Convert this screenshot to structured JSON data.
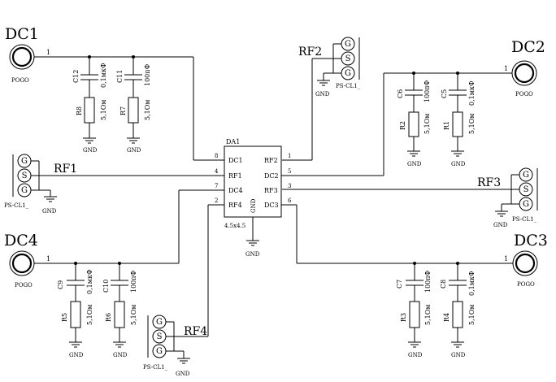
{
  "connectors": {
    "dc1": {
      "label": "DC1",
      "pin": "1",
      "type": "POGO"
    },
    "dc2": {
      "label": "DC2",
      "pin": "1",
      "type": "POGO"
    },
    "dc3": {
      "label": "DC3",
      "pin": "1",
      "type": "POGO"
    },
    "dc4": {
      "label": "DC4",
      "pin": "1",
      "type": "POGO"
    }
  },
  "rf_connectors": {
    "rf1": {
      "label": "RF1",
      "type": "PS-CL1_",
      "ground": "GND",
      "pins": [
        "G",
        "S",
        "G"
      ]
    },
    "rf2": {
      "label": "RF2",
      "type": "PS-CL1_",
      "ground": "GND",
      "pins": [
        "G",
        "S",
        "G"
      ]
    },
    "rf3": {
      "label": "RF3",
      "type": "PS-CL1_",
      "ground": "GND",
      "pins": [
        "G",
        "S",
        "G"
      ]
    },
    "rf4": {
      "label": "RF4",
      "type": "PS-CL1_",
      "ground": "GND",
      "pins": [
        "G",
        "S",
        "G"
      ]
    }
  },
  "chip": {
    "ref": "DA1",
    "package": "4.5x4.5",
    "gnd_label": "GND",
    "ground": "GND",
    "pins_left": [
      {
        "num": "8",
        "name": "DC1"
      },
      {
        "num": "4",
        "name": "RF1"
      },
      {
        "num": "7",
        "name": "DC4"
      },
      {
        "num": "2",
        "name": "RF4"
      }
    ],
    "pins_right": [
      {
        "num": "1",
        "name": "RF2"
      },
      {
        "num": "5",
        "name": "DC2"
      },
      {
        "num": "3",
        "name": "RF3"
      },
      {
        "num": "6",
        "name": "DC3"
      }
    ]
  },
  "capacitors": {
    "c12": {
      "ref": "C12",
      "value": "0,1мкФ",
      "ground": "GND"
    },
    "c11": {
      "ref": "C11",
      "value": "100пФ",
      "ground": "GND"
    },
    "c6": {
      "ref": "C6",
      "value": "100пФ",
      "ground": "GND"
    },
    "c5": {
      "ref": "C5",
      "value": "0,1мкФ",
      "ground": "GND"
    },
    "c9": {
      "ref": "C9",
      "value": "0,1мкФ",
      "ground": "GND"
    },
    "c10": {
      "ref": "C10",
      "value": "100пФ",
      "ground": "GND"
    },
    "c7": {
      "ref": "C7",
      "value": "100пФ",
      "ground": "GND"
    },
    "c8": {
      "ref": "C8",
      "value": "0,1мкФ",
      "ground": "GND"
    }
  },
  "resistors": {
    "r8": {
      "ref": "R8",
      "value": "5,1Ом"
    },
    "r7": {
      "ref": "R7",
      "value": "5,1Ом"
    },
    "r2": {
      "ref": "R2",
      "value": "5,1Ом"
    },
    "r1": {
      "ref": "R1",
      "value": "5,1Ом"
    },
    "r5": {
      "ref": "R5",
      "value": "5,1Ом"
    },
    "r6": {
      "ref": "R6",
      "value": "5,1Ом"
    },
    "r3": {
      "ref": "R3",
      "value": "5,1Ом"
    },
    "r4": {
      "ref": "R4",
      "value": "5,1Ом"
    }
  }
}
